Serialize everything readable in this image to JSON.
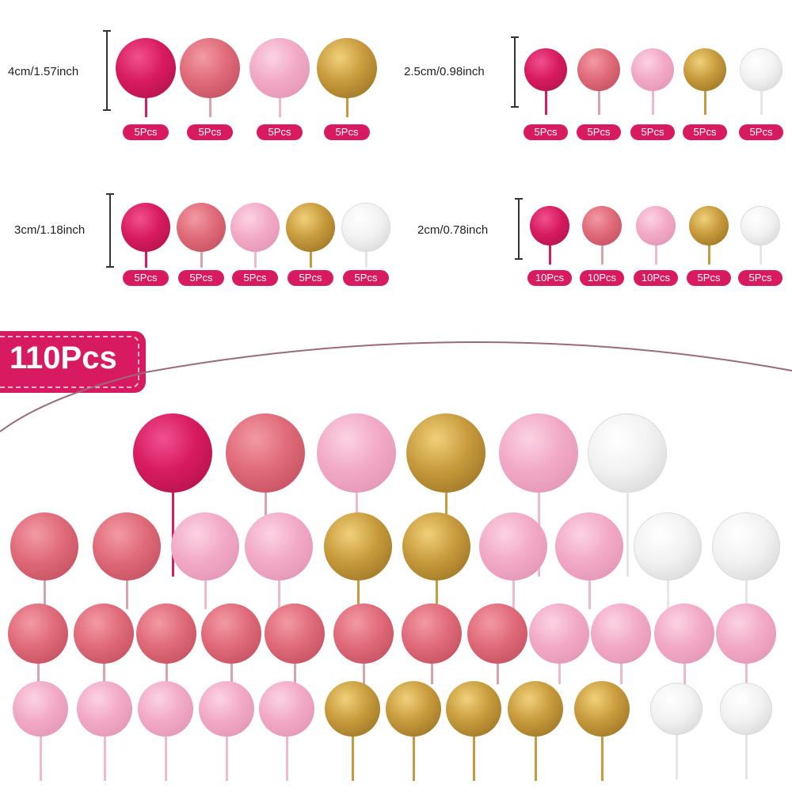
{
  "colors": {
    "magenta": "#d81b60",
    "coral": "#e06a78",
    "pink": "#f2a9c6",
    "gold": "#c79a3c",
    "white": "#f2f2f2",
    "badge": "#d81b60"
  },
  "size_groups": [
    {
      "label": "4cm/1.57inch",
      "badges": [
        "5Pcs",
        "5Pcs",
        "5Pcs",
        "5Pcs"
      ],
      "balls": [
        "magenta",
        "coral",
        "pink",
        "gold"
      ]
    },
    {
      "label": "2.5cm/0.98inch",
      "badges": [
        "5Pcs",
        "5Pcs",
        "5Pcs",
        "5Pcs",
        "5Pcs"
      ],
      "balls": [
        "magenta",
        "coral",
        "pink",
        "gold",
        "white"
      ]
    },
    {
      "label": "3cm/1.18inch",
      "badges": [
        "5Pcs",
        "5Pcs",
        "5Pcs",
        "5Pcs",
        "5Pcs"
      ],
      "balls": [
        "magenta",
        "coral",
        "pink",
        "gold",
        "white"
      ]
    },
    {
      "label": "2cm/0.78inch",
      "badges": [
        "10Pcs",
        "10Pcs",
        "10Pcs",
        "5Pcs",
        "5Pcs"
      ],
      "balls": [
        "magenta",
        "coral",
        "pink",
        "gold",
        "white"
      ]
    }
  ],
  "banner": {
    "text": "110Pcs"
  },
  "ball_rows": [
    [
      "magenta",
      "coral",
      "pink",
      "gold",
      "pink",
      "white"
    ],
    [
      "coral",
      "coral",
      "pink",
      "pink",
      "gold",
      "gold",
      "pink",
      "pink",
      "white",
      "white"
    ],
    [
      "coral",
      "coral",
      "coral",
      "coral",
      "coral",
      "coral",
      "coral",
      "coral",
      "pink",
      "pink",
      "pink",
      "pink"
    ],
    [
      "pink",
      "pink",
      "pink",
      "pink",
      "pink",
      "gold",
      "gold",
      "gold",
      "gold",
      "gold",
      "white",
      "white"
    ]
  ]
}
